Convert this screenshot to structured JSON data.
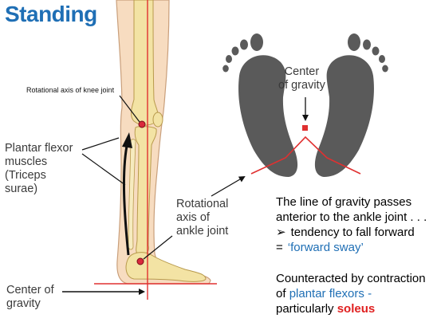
{
  "title": "Standing",
  "labels": {
    "knee_axis": "Rotational axis of knee joint",
    "plantar_flexor_1": "Plantar flexor",
    "plantar_flexor_2": "muscles",
    "plantar_flexor_3": "(Triceps",
    "plantar_flexor_4": "surae)",
    "ankle_axis_1": "Rotational",
    "ankle_axis_2": "axis of",
    "ankle_axis_3": "ankle joint",
    "cog_bottom_1": "Center of",
    "cog_bottom_2": "gravity",
    "cog_top_1": "Center",
    "cog_top_2": "of gravity"
  },
  "text": {
    "line1": "The line of gravity passes",
    "line2": "anterior to the ankle joint . . .",
    "bullet_symbol": "➢",
    "line3": "tendency to fall forward",
    "eq_symbol": "=",
    "line4": "‘forward sway’",
    "line5": "Counteracted by contraction",
    "line6_prefix": "of",
    "line6_highlight": "plantar flexors -",
    "line7_prefix": "particularly",
    "line7_highlight": "soleus"
  },
  "colors": {
    "title": "#1f6fb5",
    "blue_text": "#1f6fb5",
    "red_text": "#e02020",
    "gravity_line": "#e03030",
    "skin": "#f7dcc0",
    "bone": "#f3e3a4",
    "footprint": "#5a5a5a"
  }
}
